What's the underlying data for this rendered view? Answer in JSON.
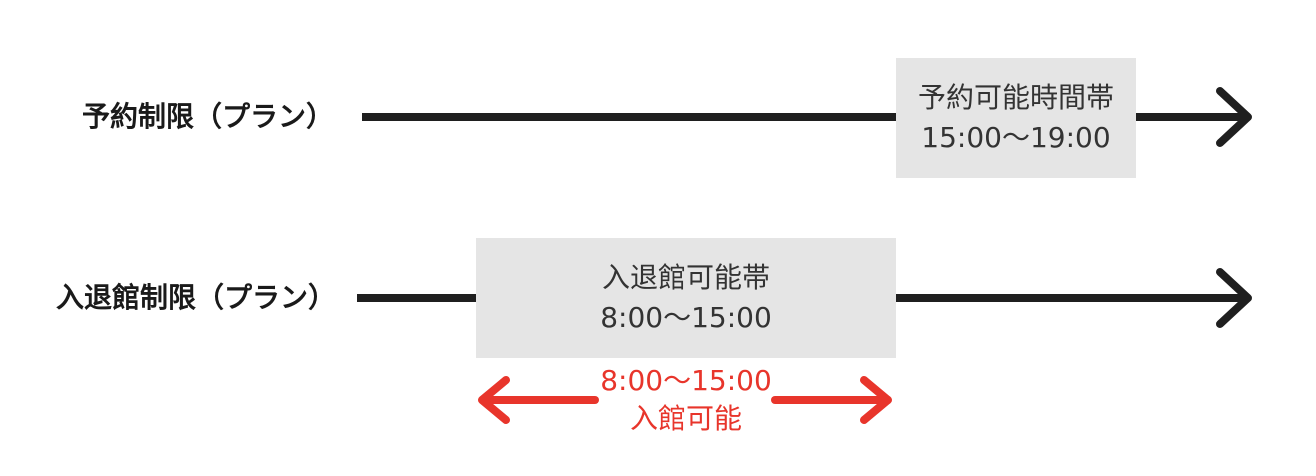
{
  "rows": [
    {
      "label": "予約制限（プラン）",
      "box": {
        "title": "予約可能時間帯",
        "time": "15:00〜19:00"
      }
    },
    {
      "label": "入退館制限（プラン）",
      "box": {
        "title": "入退館可能帯",
        "time": "8:00〜15:00"
      }
    }
  ],
  "entry_range": {
    "time": "8:00〜15:00",
    "label": "入館可能"
  },
  "colors": {
    "line": "#1f1f1f",
    "box": "#e5e5e5",
    "accent": "#e8352b"
  }
}
